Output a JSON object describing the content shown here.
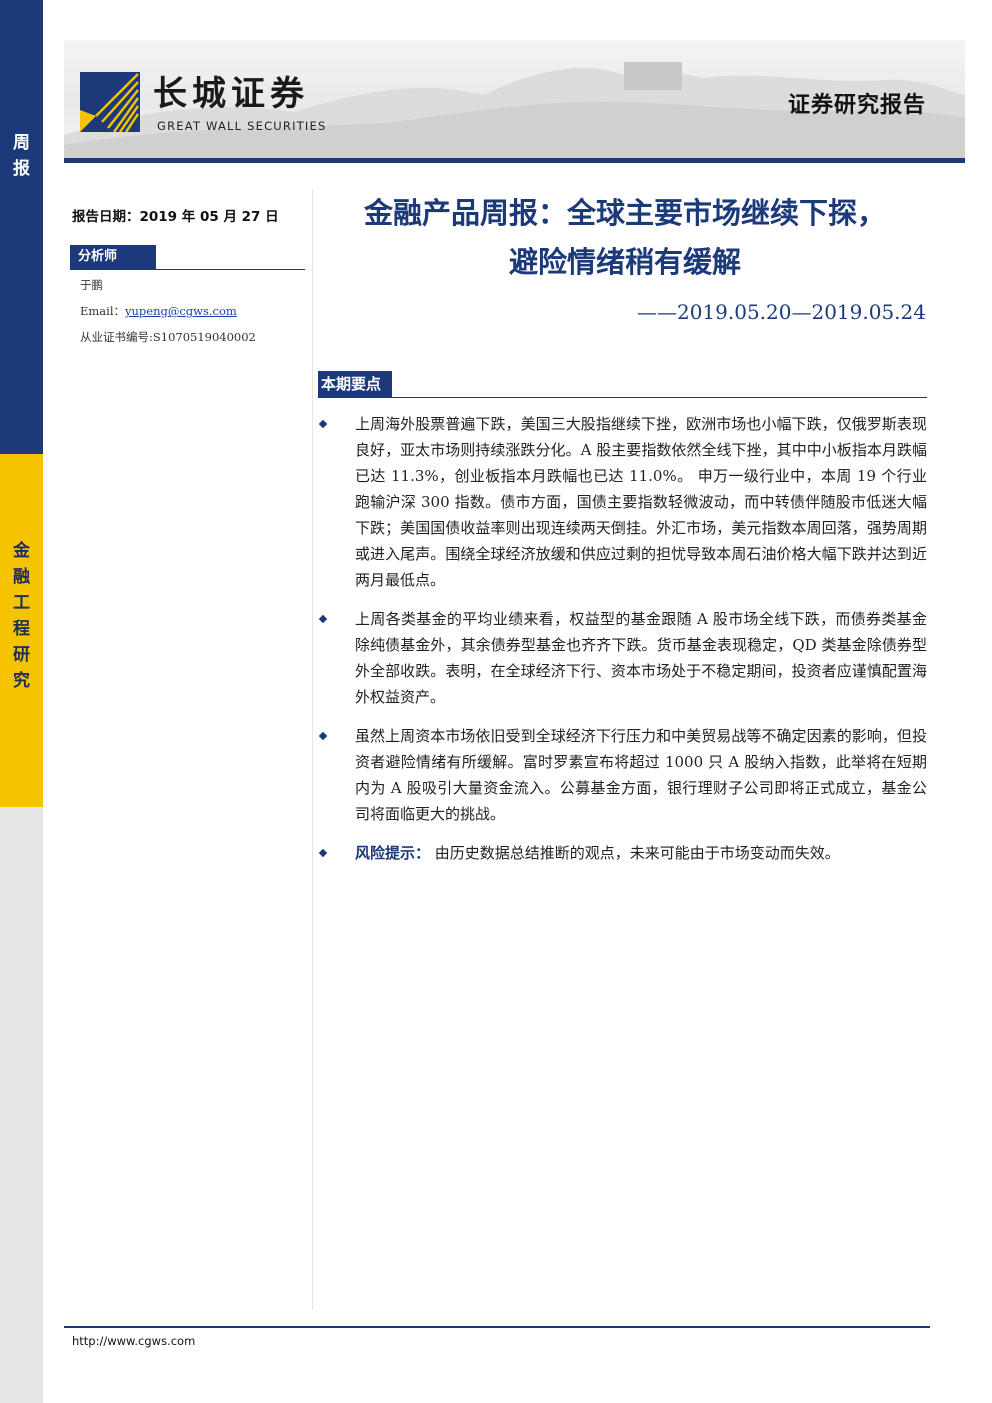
{
  "sidebar": {
    "top_label": [
      "周",
      "报"
    ],
    "mid_label": [
      "金",
      "融",
      "工",
      "程",
      "研",
      "究"
    ]
  },
  "header": {
    "logo_cn": "长城证券",
    "logo_en": "GREAT WALL SECURITIES",
    "report_type": "证券研究报告"
  },
  "info": {
    "date": "报告日期：2019 年 05 月 27 日",
    "analyst_tag": "分析师",
    "analyst_name": "于鹏",
    "email_label": "Email：",
    "email": "yupeng@cgws.com",
    "cert": "从业证书编号:S1070519040002"
  },
  "title": {
    "line1": "金融产品周报：全球主要市场继续下探，",
    "line2": "避险情绪稍有缓解",
    "subtitle": "——2019.05.20—2019.05.24"
  },
  "section": {
    "label": "本期要点"
  },
  "bullets": [
    "上周海外股票普遍下跌，美国三大股指继续下挫，欧洲市场也小幅下跌，仅俄罗斯表现良好，亚太市场则持续涨跌分化。A 股主要指数依然全线下挫，其中中小板指本月跌幅已达 11.3%，创业板指本月跌幅也已达 11.0%。 申万一级行业中，本周 19 个行业跑输沪深 300 指数。债市方面，国债主要指数轻微波动，而中转债伴随股市低迷大幅下跌；美国国债收益率则出现连续两天倒挂。外汇市场，美元指数本周回落，强势周期或进入尾声。围绕全球经济放缓和供应过剩的担忧导致本周石油价格大幅下跌并达到近两月最低点。",
    "上周各类基金的平均业绩来看，权益型的基金跟随 A 股市场全线下跌，而债券类基金除纯债基金外，其余债券型基金也齐齐下跌。货币基金表现稳定，QD 类基金除债券型外全部收跌。表明，在全球经济下行、资本市场处于不稳定期间，投资者应谨慎配置海外权益资产。",
    "虽然上周资本市场依旧受到全球经济下行压力和中美贸易战等不确定因素的影响，但投资者避险情绪有所缓解。富时罗素宣布将超过 1000 只 A 股纳入指数，此举将在短期内为 A 股吸引大量资金流入。公募基金方面，银行理财子公司即将正式成立，基金公司将面临更大的挑战。"
  ],
  "risk": {
    "label": "风险提示：",
    "text": "由历史数据总结推断的观点，未来可能由于市场变动而失效。"
  },
  "footer": {
    "url": "http://www.cgws.com"
  },
  "colors": {
    "brand_blue": "#1c3a7a",
    "brand_yellow": "#f5c400"
  }
}
